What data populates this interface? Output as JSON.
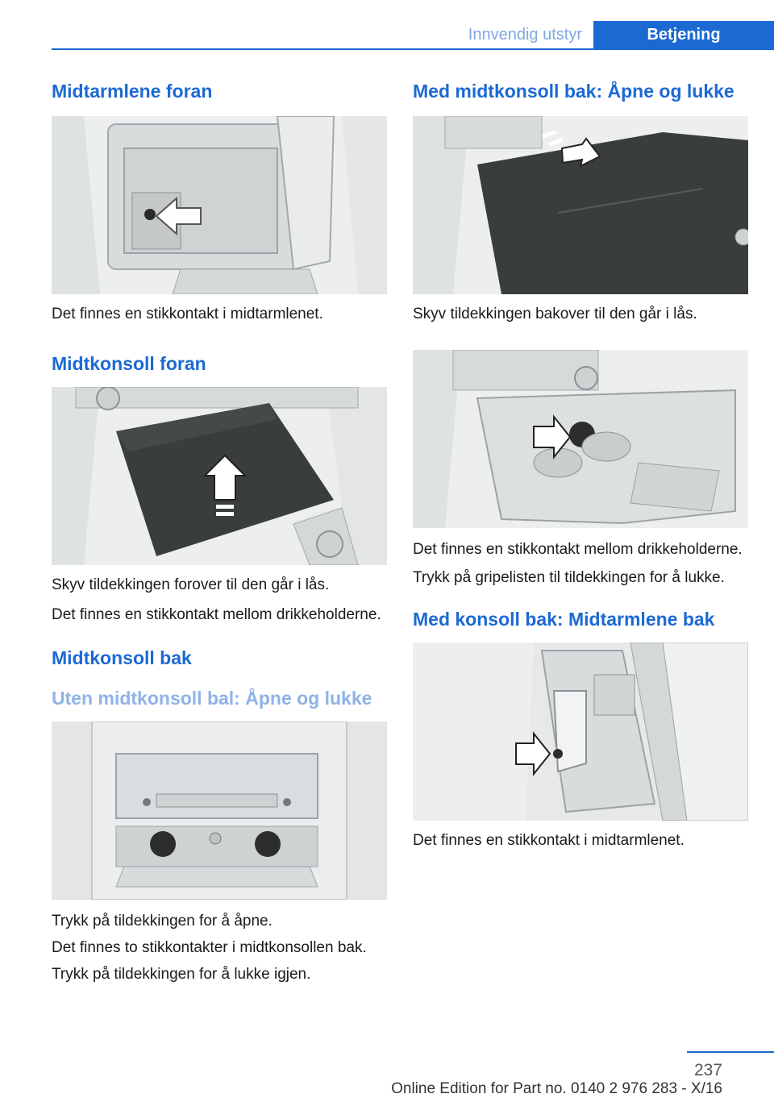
{
  "header": {
    "section": "Innvendig utstyr",
    "chapter": "Betjening"
  },
  "left": {
    "h_armrest_front": "Midtarmlene foran",
    "p_armrest_front": "Det finnes en stikkontakt i midtarmlenet.",
    "h_console_front": "Midtkonsoll foran",
    "p_console_front_1": "Skyv tildekkingen forover til den går i lås.",
    "p_console_front_2": "Det finnes en stikkontakt mellom drikkehol­derne.",
    "h_console_rear": "Midtkonsoll bak",
    "h_without_console": "Uten midtkonsoll bal: Åpne og lukke",
    "p_without_1": "Trykk på tildekkingen for å åpne.",
    "p_without_2": "Det finnes to stikkontakter i midtkonsollen bak.",
    "p_without_3": "Trykk på tildekkingen for å lukke igjen."
  },
  "right": {
    "h_with_console": "Med midtkonsoll bak: Åpne og lukke",
    "p_with_1": "Skyv tildekkingen bakover til den går i lås.",
    "p_with_2": "Det finnes en stikkontakt mellom drikkehol­derne.",
    "p_with_3": "Trykk på gripelisten til tildekkingen for å lukke.",
    "h_rear_armrest": "Med konsoll bak: Midtarmlene bak",
    "p_rear_armrest": "Det finnes en stikkontakt i midtarmlenet."
  },
  "footer": {
    "page_number": "237",
    "edition": "Online Edition for Part no. 0140 2 976 283 - X/16"
  }
}
